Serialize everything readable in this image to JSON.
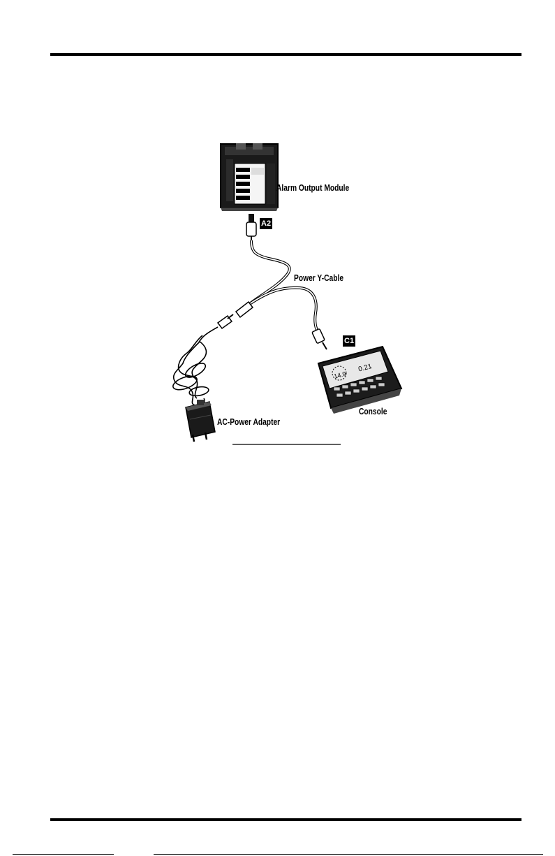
{
  "figure": {
    "labels": {
      "alarm_output_module": "Alarm Output Module",
      "power_y_cable": "Power Y-Cable",
      "console": "Console",
      "ac_power_adapter": "AC-Power Adapter"
    },
    "connector_tags": {
      "a2": "A2",
      "c1": "C1"
    }
  }
}
